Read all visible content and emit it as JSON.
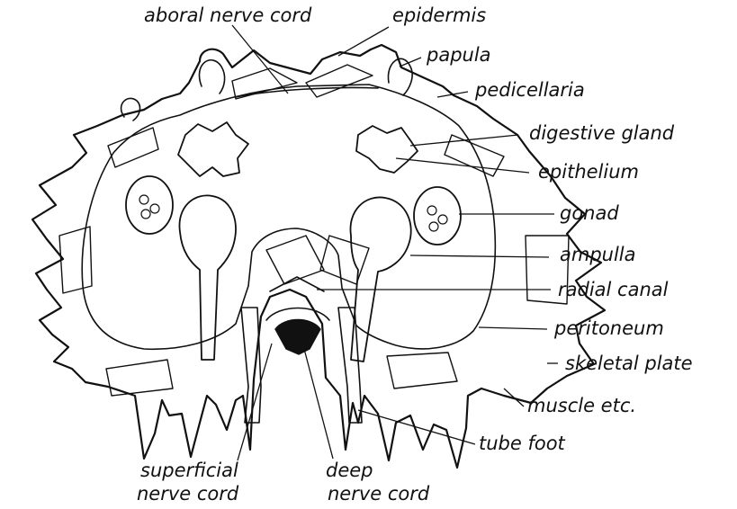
{
  "figure": {
    "labels": {
      "aboral_nerve_cord": "aboral nerve cord",
      "epidermis": "epidermis",
      "papula": "papula",
      "pedicellaria": "pedicellaria",
      "digestive_gland": "digestive gland",
      "epithelium": "epithelium",
      "gonad": "gonad",
      "ampulla": "ampulla",
      "radial_canal": "radial canal",
      "peritoneum": "peritoneum",
      "skeletal_plate": "skeletal plate",
      "muscle": "muscle etc.",
      "tube_foot": "tube foot",
      "superficial_nerve_cord_line1": "superficial",
      "superficial_nerve_cord_line2": "nerve cord",
      "deep_nerve_cord_line1": "deep",
      "deep_nerve_cord_line2": "nerve cord"
    }
  }
}
